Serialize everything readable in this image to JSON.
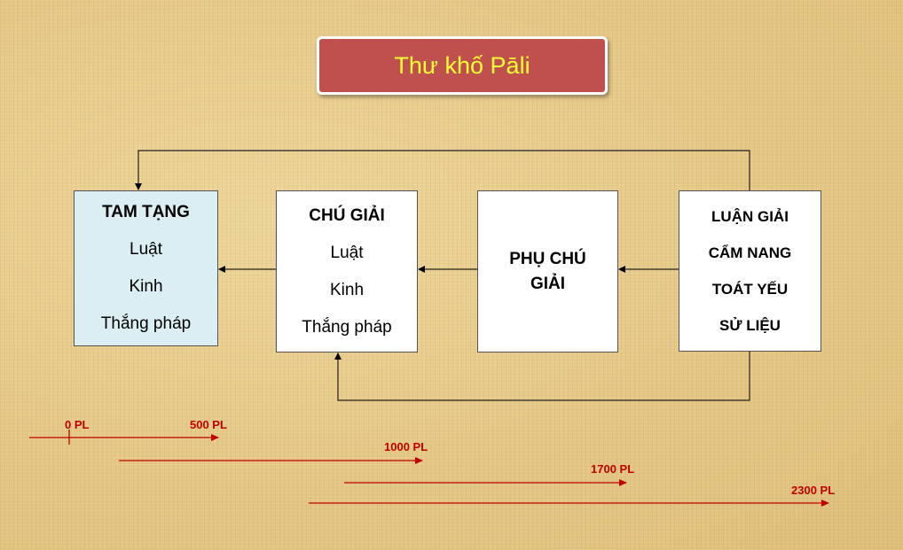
{
  "title": "Thư khố Pāli",
  "boxes": {
    "tam_tang": {
      "heading": "TAM TẠNG",
      "items": [
        "Luật",
        "Kinh",
        "Thắng pháp"
      ]
    },
    "chu_giai": {
      "heading": "CHÚ GIẢI",
      "items": [
        "Luật",
        "Kinh",
        "Thắng pháp"
      ]
    },
    "phu_chu_giai": {
      "heading": "PHỤ CHÚ GIẢI"
    },
    "luan_giai": {
      "items": [
        "LUẬN GIẢI",
        "CẨM NANG",
        "TOÁT YẾU",
        "SỬ LIỆU"
      ]
    }
  },
  "timeline": {
    "labels": [
      "0 PL",
      "500 PL",
      "1000 PL",
      "1700 PL",
      "2300 PL"
    ]
  },
  "colors": {
    "title_bg": "#c0504d",
    "title_text": "#ffff33",
    "tam_tang_bg": "#daeef3",
    "timeline": "#c00000"
  }
}
